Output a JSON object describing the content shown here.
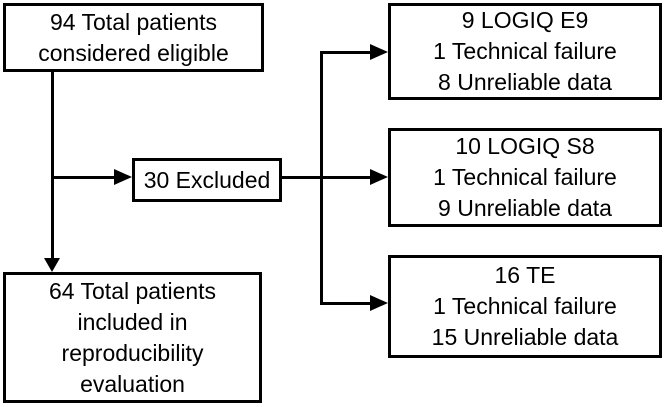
{
  "diagram": {
    "type": "patient-flowchart",
    "colors": {
      "background": "#ffffff",
      "line": "#000000",
      "text": "#000000"
    },
    "boxes": {
      "eligible": {
        "lines": [
          "94 Total patients",
          "considered eligible"
        ]
      },
      "excluded": {
        "lines": [
          "30 Excluded"
        ]
      },
      "included": {
        "lines": [
          "64 Total patients",
          "included in",
          "reproducibility",
          "evaluation"
        ]
      },
      "logiq_e9": {
        "lines": [
          "9 LOGIQ E9",
          "1 Technical failure",
          "8 Unreliable data"
        ]
      },
      "logiq_s8": {
        "lines": [
          "10 LOGIQ S8",
          "1 Technical failure",
          "9 Unreliable data"
        ]
      },
      "te": {
        "lines": [
          "16 TE",
          "1 Technical failure",
          "15 Unreliable data"
        ]
      }
    }
  }
}
